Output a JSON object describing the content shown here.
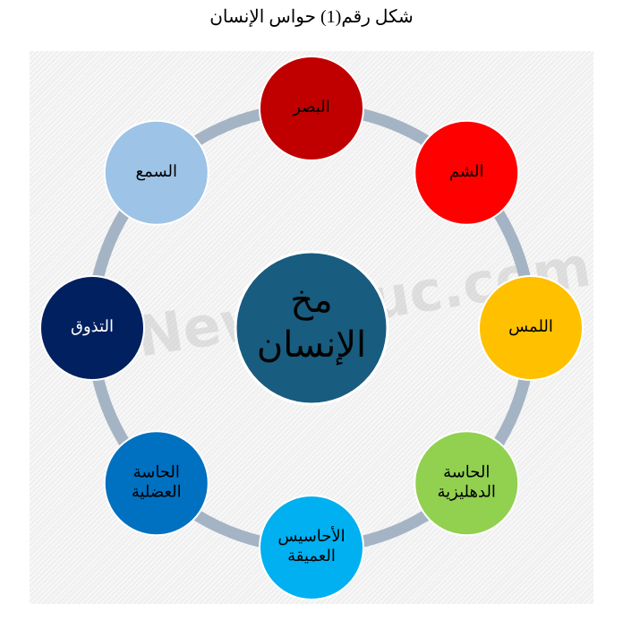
{
  "title": "شكل رقم(1) حواس الإنسان",
  "watermark": "New-Educ.com",
  "center": {
    "lines": [
      "مخ",
      "الإنسان"
    ],
    "color": "#185C7F"
  },
  "ring_color": "#A4B4C4",
  "nodes": [
    {
      "id": "sight",
      "lines": [
        "البصر"
      ],
      "color": "#C00000"
    },
    {
      "id": "smell",
      "lines": [
        "الشم"
      ],
      "color": "#FF0000"
    },
    {
      "id": "touch",
      "lines": [
        "اللمس"
      ],
      "color": "#FFC000"
    },
    {
      "id": "vestibular",
      "lines": [
        "الحاسة",
        "الدهليزية"
      ],
      "color": "#92D050"
    },
    {
      "id": "deep-sensation",
      "lines": [
        "الأحاسيس",
        "العميقة"
      ],
      "color": "#00B0F0"
    },
    {
      "id": "muscle-sense",
      "lines": [
        "الحاسة",
        "العضلية"
      ],
      "color": "#0070C0"
    },
    {
      "id": "taste",
      "lines": [
        "التذوق"
      ],
      "color": "#002060",
      "text_color": "#ffffff"
    },
    {
      "id": "hearing",
      "lines": [
        "السمع"
      ],
      "color": "#9DC3E6"
    }
  ]
}
